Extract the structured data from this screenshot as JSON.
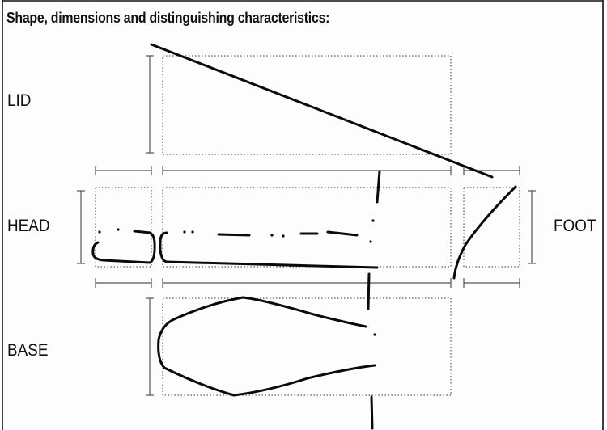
{
  "header": {
    "title": "Shape, dimensions and distinguishing characteristics:"
  },
  "labels": {
    "lid": "LID",
    "head": "HEAD",
    "base": "BASE",
    "foot": "FOOT"
  }
}
